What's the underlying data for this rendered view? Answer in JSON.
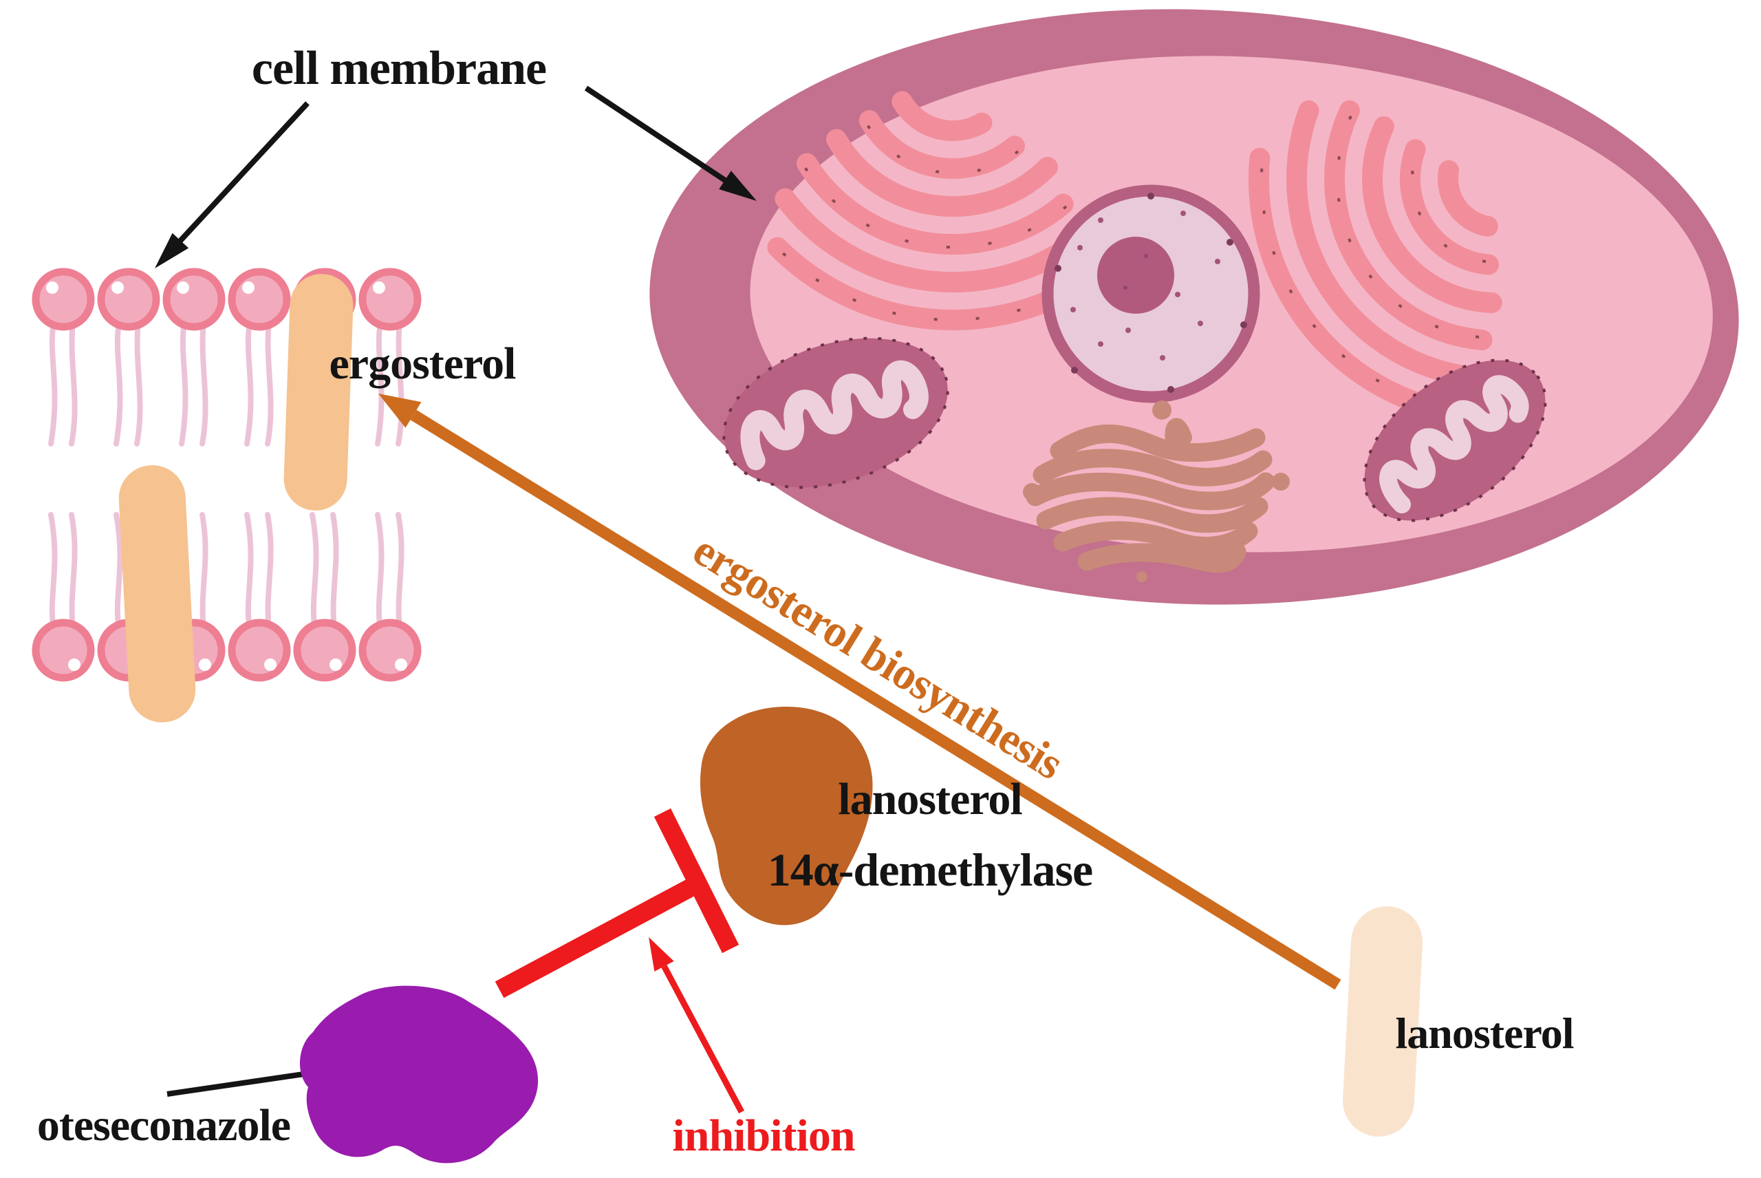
{
  "figure": {
    "kind": "biology mechanism diagram",
    "subject": "inhibition of fungal ergosterol biosynthesis by oteseconazole"
  },
  "labels": {
    "cell_membrane": "cell membrane",
    "ergosterol": "ergosterol",
    "ergosterol_biosynthesis": "ergosterol biosynthesis",
    "enzyme_line1": "lanosterol",
    "enzyme_line2": "14α-demethylase",
    "lanosterol": "lanosterol",
    "inhibition": "inhibition",
    "oteseconazole": "oteseconazole"
  },
  "colors": {
    "cell_membrane_band": "#c3718e",
    "cytoplasm": "#f4b6c6",
    "er_band": "#f28e9b",
    "nucleus_fill": "#e9cad8",
    "nucleus_rim": "#b55f81",
    "nucleolus": "#b25a7d",
    "mitochondria_body": "#b96182",
    "mitochondria_cristae": "#edd0dc",
    "golgi": "#c9897a",
    "lipid_head_ring": "#ee7e92",
    "lipid_head_fill": "#f2abbd",
    "lipid_tail": "#ecc3d6",
    "ergosterol_molecule": "#f6c28f",
    "enzyme_blob": "#bf6327",
    "oteseconazole_blob": "#991cae",
    "lanosterol_blob": "#fae3cd",
    "inhibition_red": "#ed1b1d",
    "biosynthesis_orange": "#cd6c1e",
    "label_black": "#141414"
  }
}
